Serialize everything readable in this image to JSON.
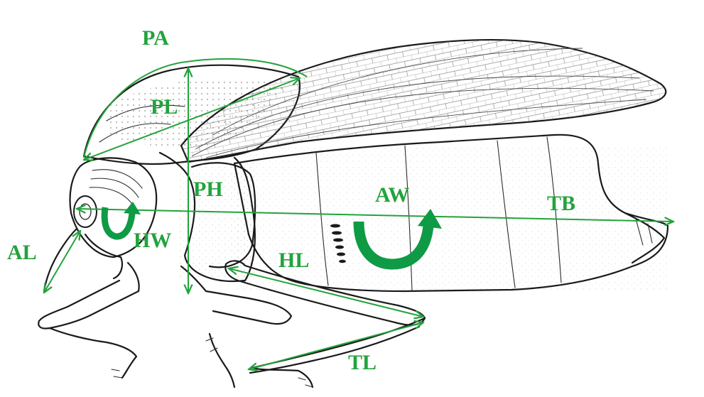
{
  "colors": {
    "measure": "#23a33c",
    "arrow_fill": "#0f9a45",
    "ink": "#1a1a1a",
    "background": "#ffffff"
  },
  "labels": {
    "pa": "PA",
    "pl": "PL",
    "ph": "PH",
    "aw": "AW",
    "tb": "TB",
    "hw": "HW",
    "al": "AL",
    "hl": "HL",
    "tl": "TL"
  }
}
